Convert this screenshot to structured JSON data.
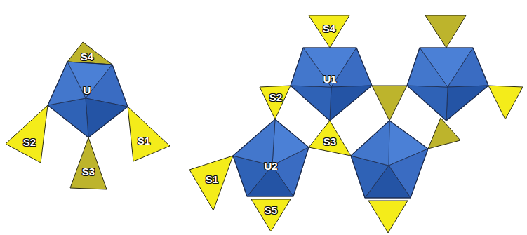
{
  "diagram": {
    "nodes": [
      {
        "text": [
          "S4"
        ]
      },
      {
        "text": [
          "U"
        ]
      },
      {
        "text": [
          "S2"
        ]
      },
      {
        "text": [
          "S1"
        ]
      },
      {
        "text": [
          "S3"
        ]
      },
      {
        "text": [
          "S4"
        ]
      },
      {
        "text": [
          "U1"
        ]
      },
      {
        "text": [
          "S2"
        ]
      },
      {
        "text": [
          "S3"
        ]
      },
      {
        "text": [
          "U2"
        ]
      },
      {
        "text": [
          "S1"
        ]
      },
      {
        "text": [
          "S5"
        ]
      }
    ]
  }
}
